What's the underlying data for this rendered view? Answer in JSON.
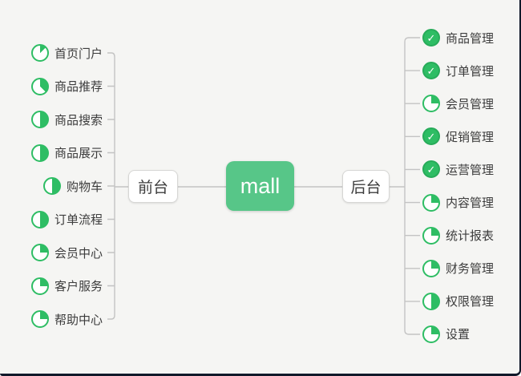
{
  "center": {
    "label": "mall"
  },
  "front": {
    "label": "前台",
    "items": [
      {
        "label": "首页门户",
        "progress": "1/8"
      },
      {
        "label": "商品推荐",
        "progress": "3/8"
      },
      {
        "label": "商品搜索",
        "progress": "1/2"
      },
      {
        "label": "商品展示",
        "progress": "1/2"
      },
      {
        "label": "购物车",
        "progress": "1/2"
      },
      {
        "label": "订单流程",
        "progress": "1/2"
      },
      {
        "label": "会员中心",
        "progress": "1/4"
      },
      {
        "label": "客户服务",
        "progress": "1/4"
      },
      {
        "label": "帮助中心",
        "progress": "1/4"
      }
    ]
  },
  "back": {
    "label": "后台",
    "items": [
      {
        "label": "商品管理",
        "progress": "done"
      },
      {
        "label": "订单管理",
        "progress": "done"
      },
      {
        "label": "会员管理",
        "progress": "1/4"
      },
      {
        "label": "促销管理",
        "progress": "done"
      },
      {
        "label": "运营管理",
        "progress": "done"
      },
      {
        "label": "内容管理",
        "progress": "1/4"
      },
      {
        "label": "统计报表",
        "progress": "1/4"
      },
      {
        "label": "财务管理",
        "progress": "1/4"
      },
      {
        "label": "权限管理",
        "progress": "1/2"
      },
      {
        "label": "设置",
        "progress": "1/4"
      }
    ]
  },
  "icons": {
    "check_glyph": "✓",
    "done_icon_name": "check-icon",
    "partial_icon_name": "pie-progress-icon"
  },
  "colors": {
    "background": "#f5f5f3",
    "node_green": "#57c688",
    "icon_green": "#2ebd64",
    "line_gray": "#c3c3c3",
    "text": "#3c3c3c",
    "frame_border": "#11192a"
  }
}
